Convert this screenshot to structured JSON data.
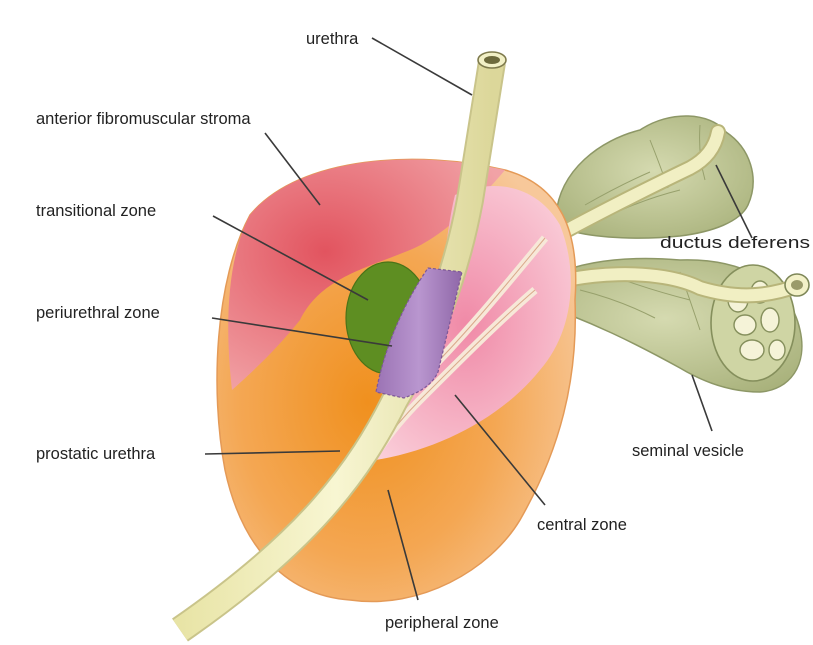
{
  "labels": {
    "urethra": "urethra",
    "anterior_fibromuscular_stroma": "anterior fibromuscular stroma",
    "transitional_zone": "transitional zone",
    "periurethral_zone": "periurethral zone",
    "prostatic_urethra": "prostatic urethra",
    "ductus_deferens": "ductus deferens",
    "seminal_vesicle": "seminal vesicle",
    "central_zone": "central zone",
    "peripheral_zone": "peripheral zone"
  },
  "colors": {
    "peripheral_zone": "#f3b46f",
    "anterior_fibromuscular_stroma": "#e8737c",
    "central_zone": "#f4b6c4",
    "transitional_zone": "#5e8e22",
    "periurethral_zone": "#a884bf",
    "urethra": "#f0eebe",
    "seminal_vesicle": "#c4cc9a"
  }
}
